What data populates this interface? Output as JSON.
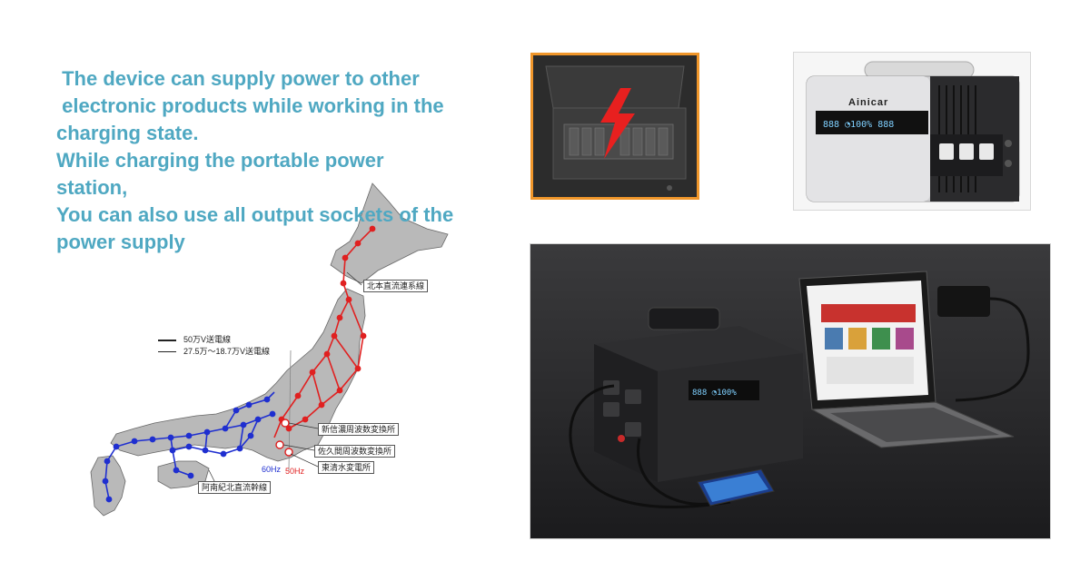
{
  "headline": {
    "lines": [
      " The device can supply power to other",
      " electronic products while working in the",
      "charging state.",
      "While charging the portable power",
      "station,",
      "You can also use all output sockets of the",
      "power supply"
    ]
  },
  "map": {
    "legend": [
      "50万V送電線",
      "27.5万～18.7万V送電線"
    ],
    "labels": {
      "hokkaido_link": "北本直流連系線",
      "shinshinano": "新信濃周波数変換所",
      "sakuma": "佐久間周波数変換所",
      "higashi_shimizu": "東清水変電所",
      "anan_kihoku": "阿南紀北直流幹線"
    },
    "hz_60": "60Hz",
    "hz_50": "50Hz",
    "colors": {
      "west_grid": "#1f2fd0",
      "east_grid": "#e02020",
      "land": "#b9b9b9"
    }
  },
  "product": {
    "brand": "Ainicar"
  },
  "colors": {
    "headline": "#4fa8c2",
    "breaker_frame": "#f0962a",
    "lightning": "#e8201f"
  }
}
